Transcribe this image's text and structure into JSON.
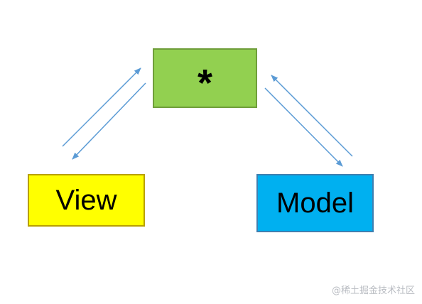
{
  "diagram": {
    "nodes": [
      {
        "id": "center",
        "label": "*",
        "fill": "#92d050"
      },
      {
        "id": "view",
        "label": "View",
        "fill": "#ffff00"
      },
      {
        "id": "model",
        "label": "Model",
        "fill": "#00b0f0"
      }
    ],
    "edges": [
      {
        "from": "view",
        "to": "center"
      },
      {
        "from": "center",
        "to": "view"
      },
      {
        "from": "model",
        "to": "center"
      },
      {
        "from": "center",
        "to": "model"
      }
    ],
    "arrow_color": "#5b9bd5"
  },
  "watermark": "@稀土掘金技术社区"
}
